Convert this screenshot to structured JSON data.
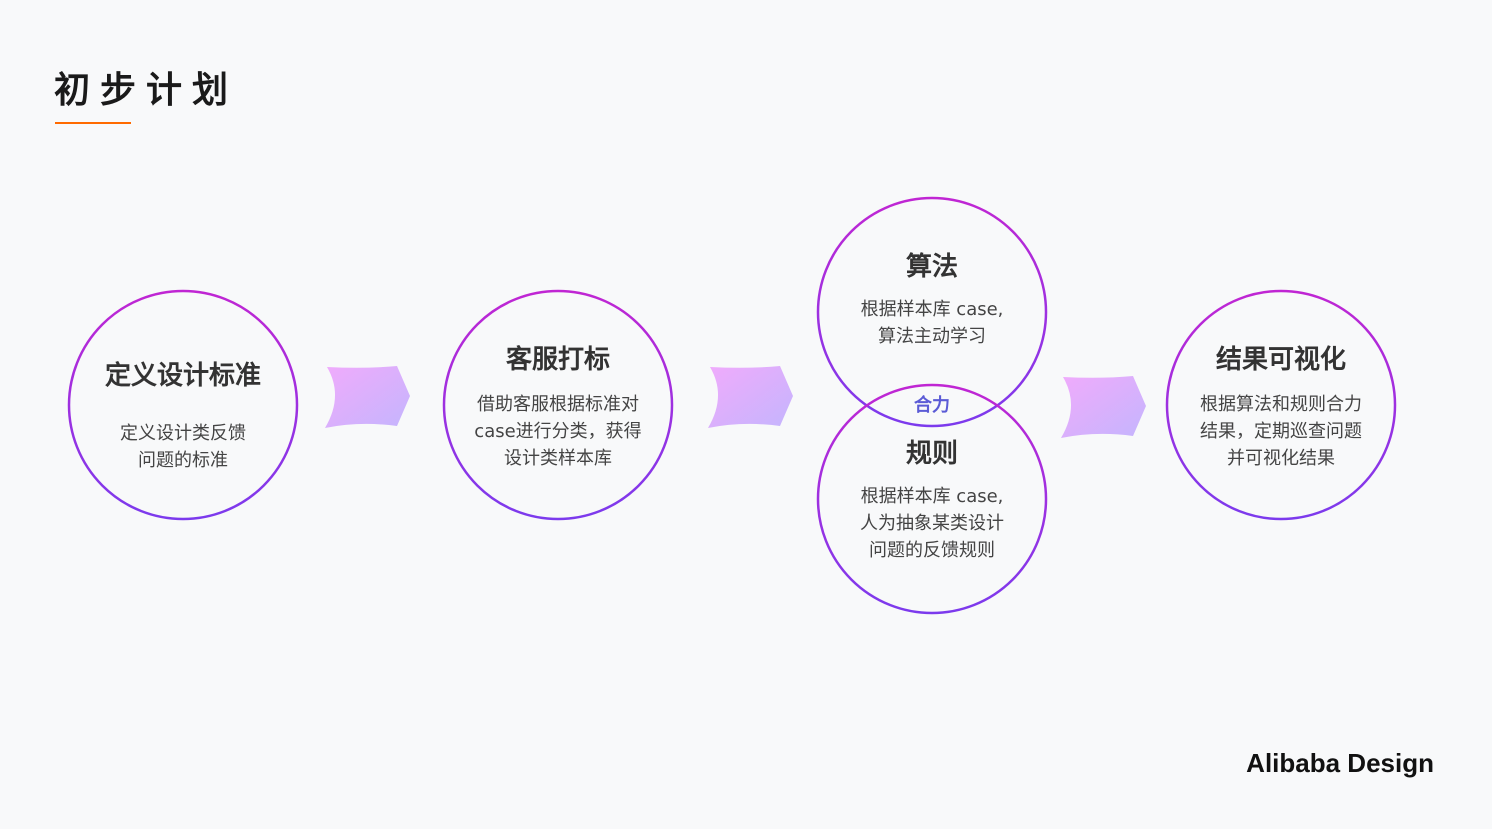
{
  "header": {
    "title": "初步计划"
  },
  "nodes": [
    {
      "title": "定义设计标准",
      "desc": [
        "定义设计类反馈",
        "问题的标准"
      ]
    },
    {
      "title": "客服打标",
      "desc": [
        "借助客服根据标准对",
        "case进行分类，获得",
        "设计类样本库"
      ]
    },
    {
      "title": "算法",
      "desc": [
        "根据样本库 case,",
        "算法主动学习"
      ]
    },
    {
      "title": "规则",
      "desc": [
        "根据样本库 case,",
        "人为抽象某类设计",
        "问题的反馈规则"
      ]
    },
    {
      "title": "结果可视化",
      "desc": [
        "根据算法和规则合力",
        "结果，定期巡查问题",
        "并可视化结果"
      ]
    }
  ],
  "overlap_label": "合力",
  "brand": {
    "text": "Alibaba Design"
  },
  "colors": {
    "accent_orange": "#ff6a00",
    "circle_stroke_top": "#c026d3",
    "circle_stroke_bottom": "#7c3aed",
    "arrow_start": "#f0abfc",
    "arrow_end": "#c4b5fd",
    "overlap_label": "#5b5bd6"
  }
}
